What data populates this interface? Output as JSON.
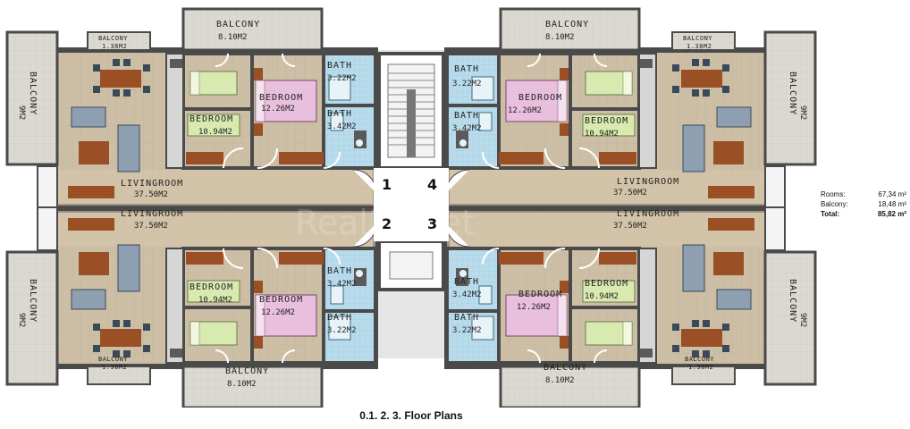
{
  "apartments": [
    {
      "number": "1",
      "livingroom": {
        "label": "LIVINGROOM",
        "area": "37.50M2"
      },
      "bedroom_a": {
        "label": "BEDROOM",
        "area": "10.94M2"
      },
      "bedroom_b": {
        "label": "BEDROOM",
        "area": "12.26M2"
      },
      "bath_a": {
        "label": "BATH",
        "area": "3.22M2"
      },
      "bath_b": {
        "label": "BATH",
        "area": "3.42M2"
      },
      "balcony_top": {
        "label": "BALCONY",
        "area": "8.10M2"
      },
      "balcony_side": {
        "label": "BALCONY",
        "area": "9M2"
      },
      "balcony_small": {
        "label": "BALCONY",
        "area": "1.38M2"
      }
    },
    {
      "number": "2",
      "livingroom": {
        "label": "LIVINGROOM",
        "area": "37.50M2"
      },
      "bedroom_a": {
        "label": "BEDROOM",
        "area": "10.94M2"
      },
      "bedroom_b": {
        "label": "BEDROOM",
        "area": "12.26M2"
      },
      "bath_a": {
        "label": "BATH",
        "area": "3.42M2"
      },
      "bath_b": {
        "label": "BATH",
        "area": "3.22M2"
      },
      "balcony_top": {
        "label": "BALCONY",
        "area": "8.10M2"
      },
      "balcony_side": {
        "label": "BALCONY",
        "area": "9M2"
      },
      "balcony_small": {
        "label": "BALCONY",
        "area": "1.38M2"
      }
    },
    {
      "number": "3",
      "livingroom": {
        "label": "LIVINGROOM",
        "area": "37.50M2"
      },
      "bedroom_a": {
        "label": "BEDROOM",
        "area": "10.94M2"
      },
      "bedroom_b": {
        "label": "BEDROOM",
        "area": "12.26M2"
      },
      "bath_a": {
        "label": "BATH",
        "area": "3.42M2"
      },
      "bath_b": {
        "label": "BATH",
        "area": "3.22M2"
      },
      "balcony_top": {
        "label": "BALCONY",
        "area": "8.10M2"
      },
      "balcony_side": {
        "label": "BALCONY",
        "area": "9M2"
      },
      "balcony_small": {
        "label": "BALCONY",
        "area": "1.38M2"
      }
    },
    {
      "number": "4",
      "livingroom": {
        "label": "LIVINGROOM",
        "area": "37.50M2"
      },
      "bedroom_a": {
        "label": "BEDROOM",
        "area": "10.94M2"
      },
      "bedroom_b": {
        "label": "BEDROOM",
        "area": "12.26M2"
      },
      "bath_a": {
        "label": "BATH",
        "area": "3.22M2"
      },
      "bath_b": {
        "label": "BATH",
        "area": "3.42M2"
      },
      "balcony_top": {
        "label": "BALCONY",
        "area": "8.10M2"
      },
      "balcony_side": {
        "label": "BALCONY",
        "area": "9M2"
      },
      "balcony_small": {
        "label": "BALCONY",
        "area": "1.38M2"
      }
    }
  ],
  "summary": {
    "rooms_label": "Rooms:",
    "rooms_value": "67,34 m²",
    "balcony_label": "Balcony:",
    "balcony_value": "18,48 m²",
    "total_label": "Total:",
    "total_value": "85,82 m²"
  },
  "caption": "0.1. 2. 3. Floor Plans",
  "watermark": "RealPlanet",
  "colors": {
    "wall": "#4a4a4a",
    "floor": "#cdbfa6",
    "balcony": "#d9d6cf",
    "bath": "#b9dcec",
    "bed_green": "#d9eab0",
    "bed_pink": "#e8bfdc",
    "sofa": "#8e9fb2",
    "table": "#9a4f24"
  }
}
